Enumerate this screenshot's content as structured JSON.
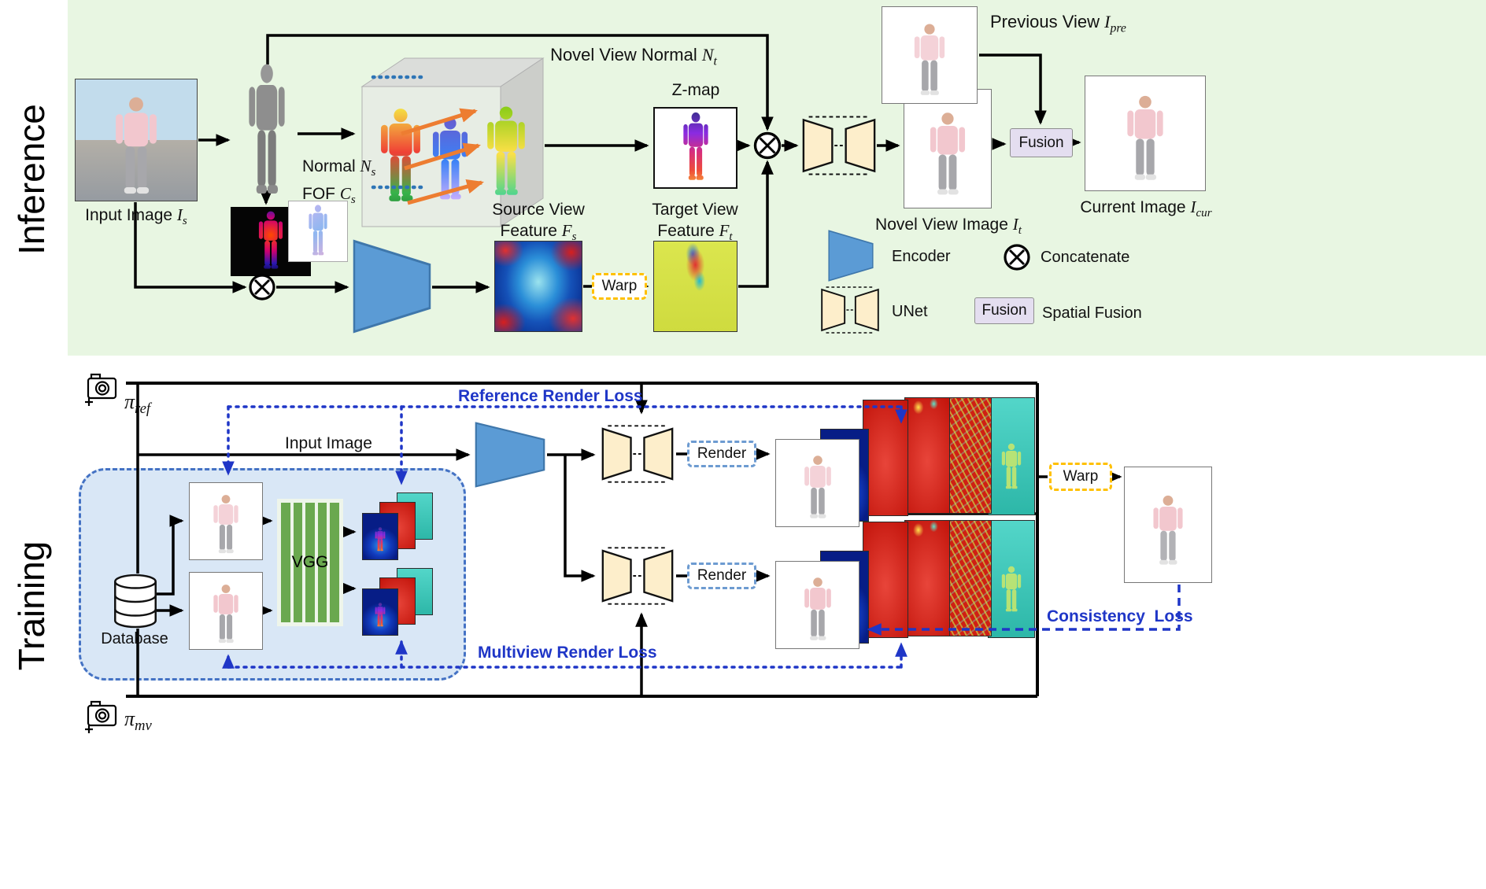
{
  "colors": {
    "inference-bg": "#e8f6e2",
    "encoder-blue": "#5b9bd5",
    "unet-cream": "#fdeecb",
    "fusion-lavender": "#e4def0",
    "warp-orange": "#ffc000",
    "render-border": "#6d9bd1",
    "loss-blue": "#1f36c7",
    "vgg-green": "#6aa84f",
    "dashed-box-fill": "#d9e7f6",
    "dashed-box-border": "#4472c4",
    "orange-arrow": "#ed7d31"
  },
  "inference": {
    "section_label": "Inference",
    "labels": {
      "input_image": {
        "prefix": "Input Image ",
        "var": "I",
        "sub": "s"
      },
      "normal": {
        "prefix": "Normal ",
        "var": "N",
        "sub": "s"
      },
      "fof": {
        "prefix": "FOF ",
        "var": "C",
        "sub": "s"
      },
      "novel_view_normal": {
        "prefix": "Novel View Normal ",
        "var": "N",
        "sub": "t"
      },
      "zmap": "Z-map",
      "source_feature": {
        "line1": "Source View",
        "prefix": "Feature ",
        "var": "F",
        "sub": "s"
      },
      "target_feature": {
        "line1": "Target View",
        "prefix": "Feature ",
        "var": "F",
        "sub": "t"
      },
      "novel_view_image": {
        "prefix": "Novel View Image ",
        "var": "I",
        "sub": "t"
      },
      "previous_view": {
        "prefix": "Previous View ",
        "var": "I",
        "sub": "pre"
      },
      "current_image": {
        "prefix": "Current Image ",
        "var": "I",
        "sub": "cur"
      }
    },
    "boxes": {
      "warp": "Warp",
      "fusion": "Fusion"
    },
    "legend": {
      "encoder": "Encoder",
      "concatenate": "Concatenate",
      "unet": "UNet",
      "fusion": "Fusion",
      "spatial_fusion": "Spatial Fusion"
    }
  },
  "training": {
    "section_label": "Training",
    "pi_ref": {
      "var": "π",
      "sub": "ref"
    },
    "pi_mv": {
      "var": "π",
      "sub": "mv"
    },
    "input_image": "Input Image",
    "database": "Database",
    "vgg": "VGG",
    "render": "Render",
    "warp": "Warp",
    "losses": {
      "reference": "Reference Render Loss",
      "multiview": "Multiview Render Loss",
      "consistency": "Consistency  Loss"
    }
  }
}
